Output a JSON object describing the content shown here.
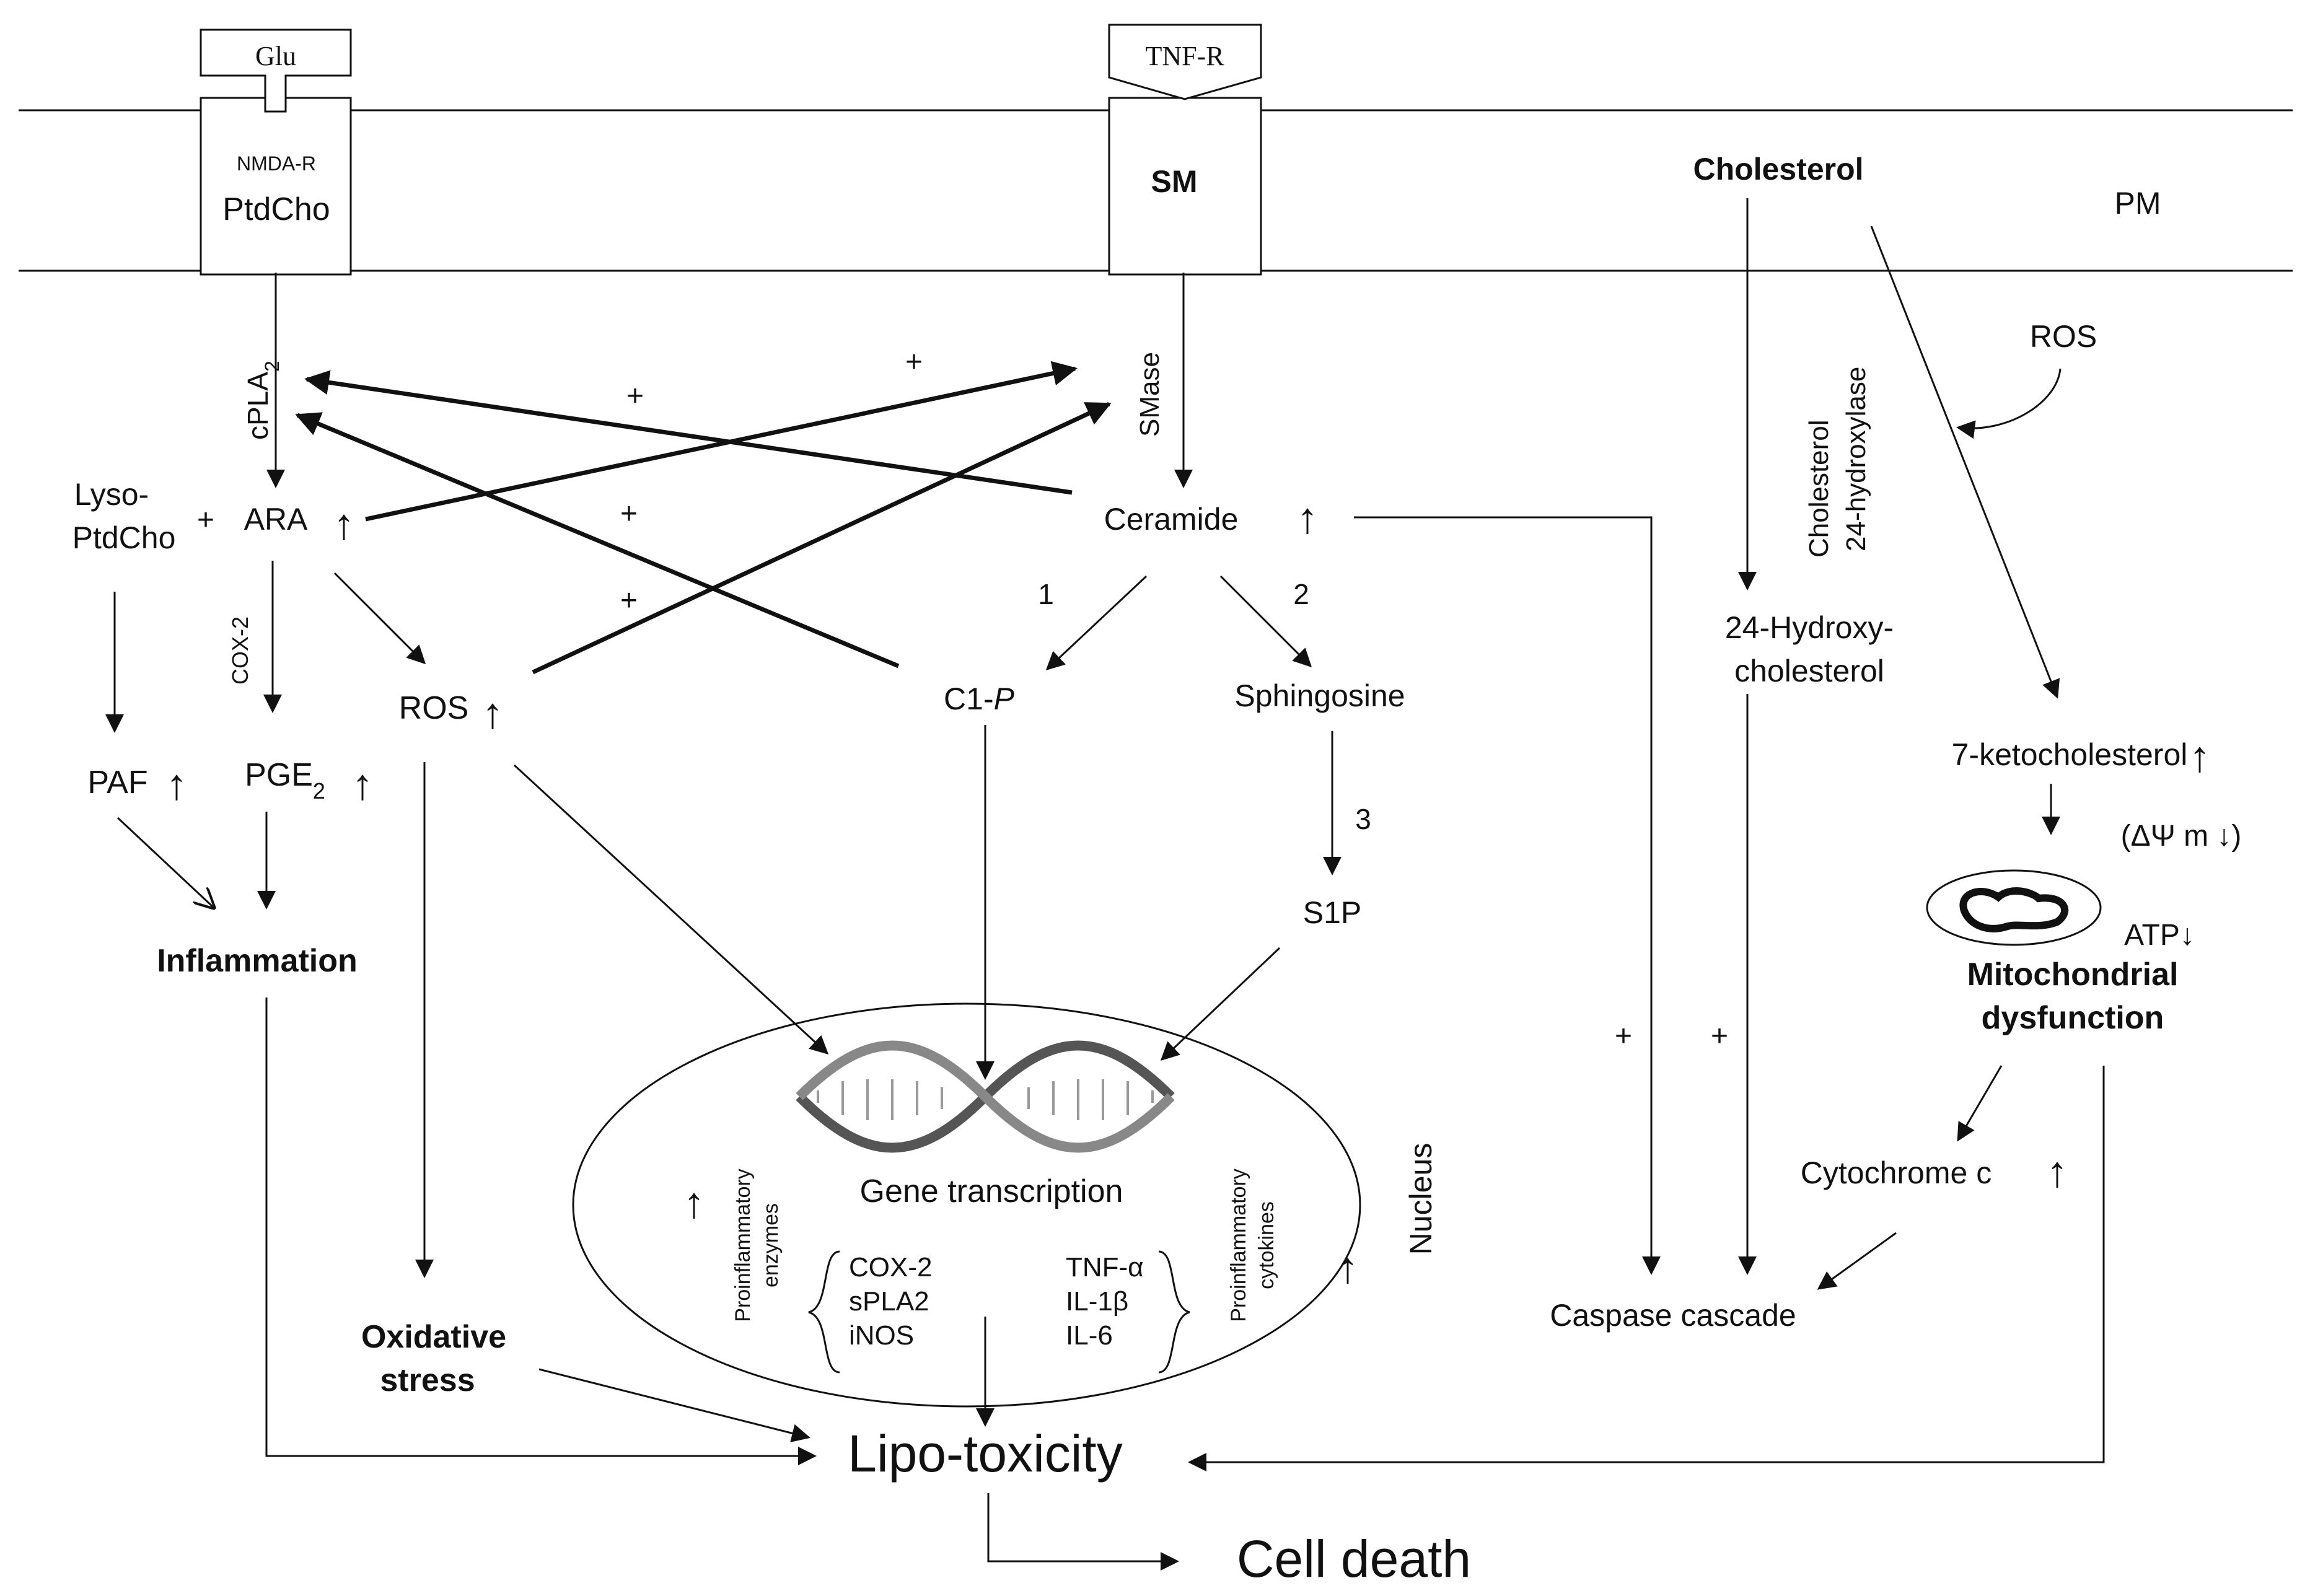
{
  "receptors": {
    "glu": "Glu",
    "nmda_r": "NMDA-R",
    "ptdcho": "PtdCho",
    "tnf_r": "TNF-R",
    "sm": "SM"
  },
  "membrane": {
    "cholesterol": "Cholesterol",
    "pm": "PM"
  },
  "enzymes": {
    "cpla2": "cPLA",
    "cpla2_sub": "2",
    "smase": "SMase",
    "cox2": "COX-2",
    "chol_hydroxylase_1": "Cholesterol",
    "chol_hydroxylase_2": "24-hydroxylase"
  },
  "metabolites": {
    "lyso_1": "Lyso-",
    "lyso_2": "PtdCho",
    "plus": "+",
    "ara": "ARA",
    "ros": "ROS",
    "ros_right": "ROS",
    "paf": "PAF",
    "pge2": "PGE",
    "pge2_sub": "2",
    "ceramide": "Ceramide",
    "c1p_prefix": "C1-",
    "c1p_italic": "P",
    "sphingosine": "Sphingosine",
    "s1p": "S1P",
    "hydroxy_1": "24-Hydroxy-",
    "hydroxy_2": "cholesterol",
    "keto": "7-ketocholesterol",
    "delta_psi": "(ΔΨ m ↓)",
    "atp": "ATP↓",
    "cytochrome": "Cytochrome c",
    "caspase": "Caspase cascade"
  },
  "steps": {
    "s1": "1",
    "s2": "2",
    "s3": "3"
  },
  "signs": {
    "plus": "+",
    "up_arrow": "↑"
  },
  "outcomes": {
    "inflammation": "Inflammation",
    "oxidative_1": "Oxidative",
    "oxidative_2": "stress",
    "mito_1": "Mitochondrial",
    "mito_2": "dysfunction",
    "lipotoxicity": "Lipo-toxicity",
    "cell_death": "Cell death"
  },
  "nucleus": {
    "label": "Nucleus",
    "gene_transcription": "Gene transcription",
    "enzymes_label_1": "Proinflammatory",
    "enzymes_label_2": "enzymes",
    "cytokines_label_1": "Proinflammatory",
    "cytokines_label_2": "cytokines",
    "enzymes": [
      "COX-2",
      "sPLA2",
      "iNOS"
    ],
    "cytokines": [
      "TNF-α",
      "IL-1β",
      "IL-6"
    ]
  }
}
